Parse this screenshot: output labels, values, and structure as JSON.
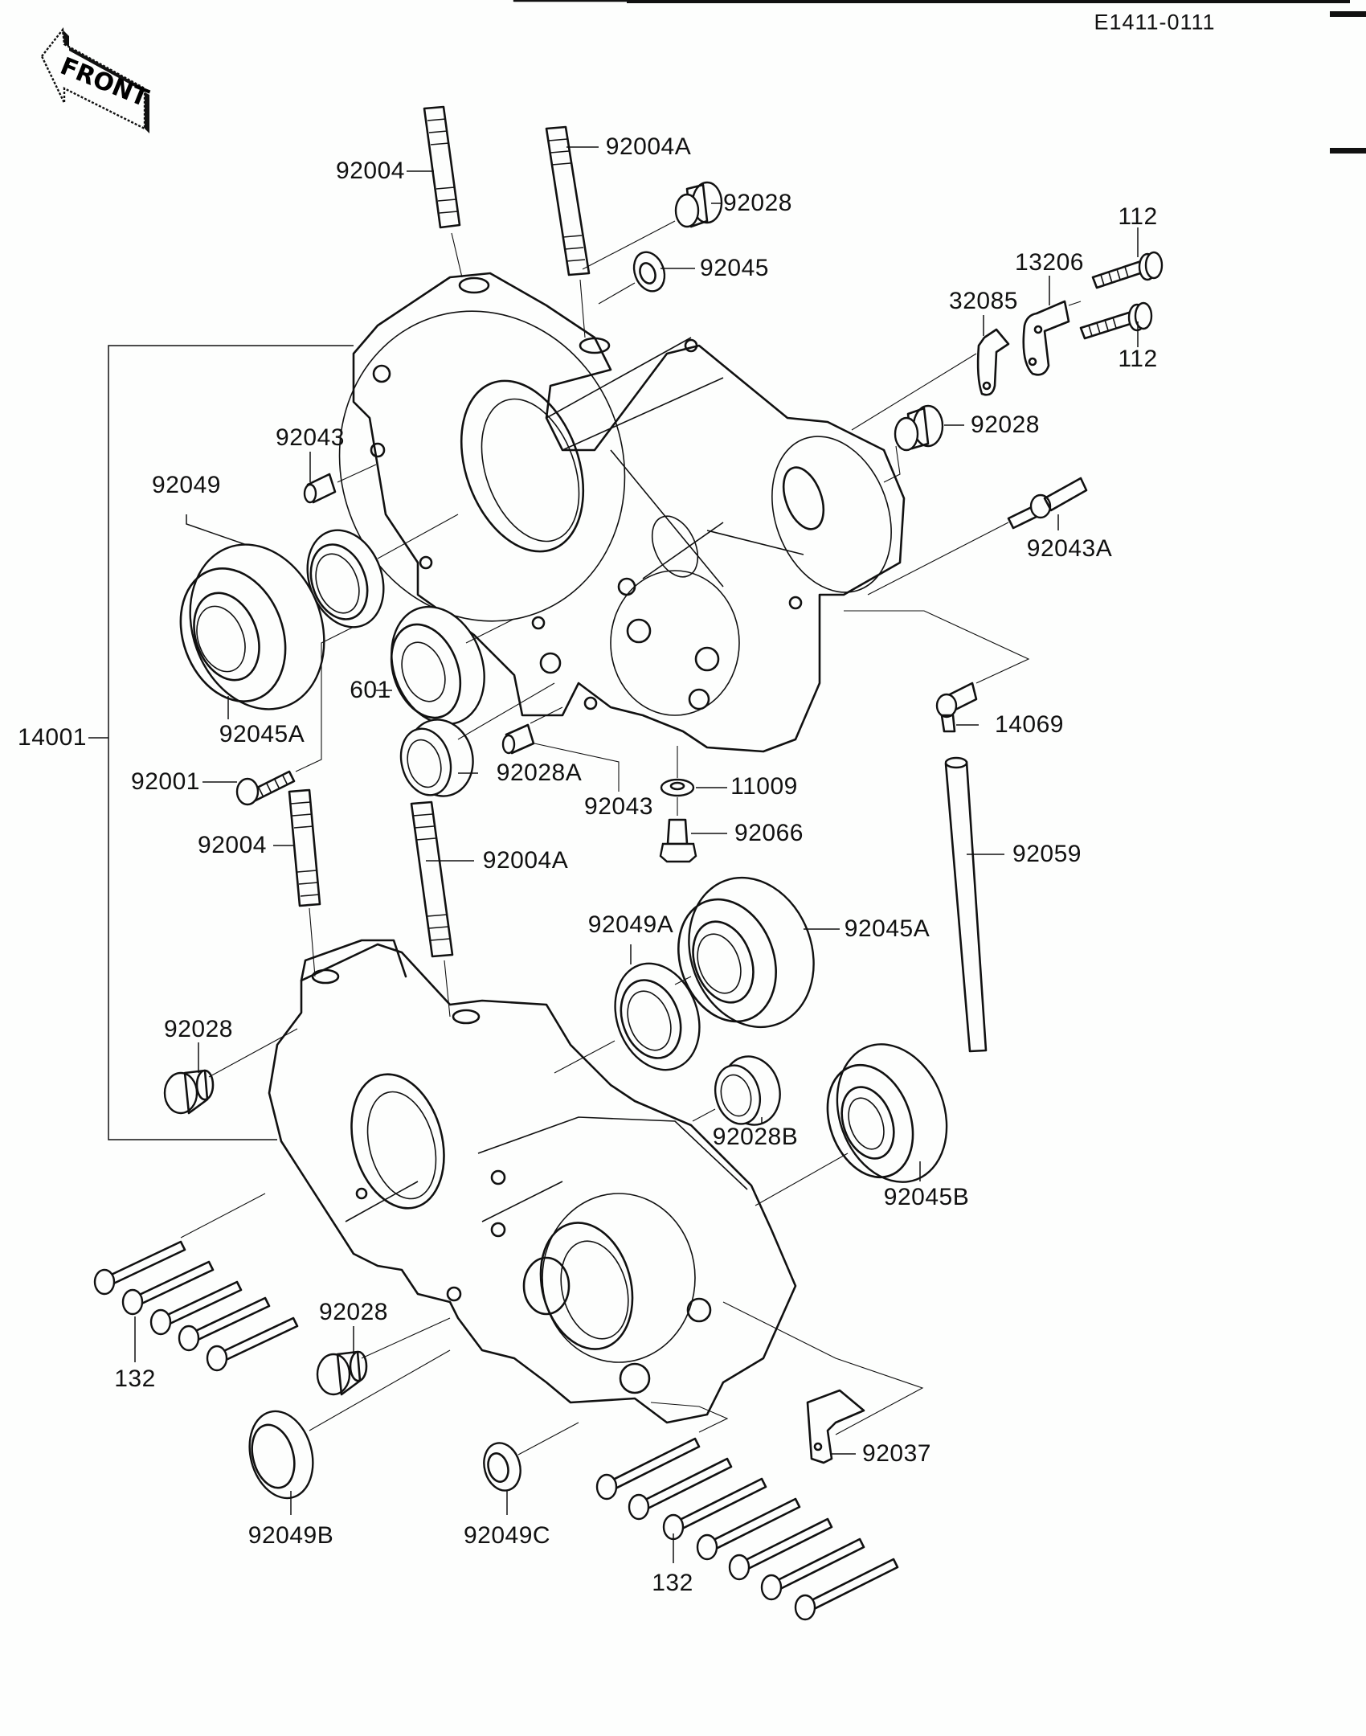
{
  "document": {
    "code": "E1411-0111",
    "front_marker": "FRONT",
    "assembly_label": "14001"
  },
  "callouts": [
    {
      "id": "upper-stud",
      "part": "92004"
    },
    {
      "id": "upper-stud-a",
      "part": "92004A"
    },
    {
      "id": "upper-plug",
      "part": "92028"
    },
    {
      "id": "small-bearing",
      "part": "92045"
    },
    {
      "id": "bolt-112-upper",
      "part": "112"
    },
    {
      "id": "bolt-112-lower",
      "part": "112"
    },
    {
      "id": "bracket-13206",
      "part": "13206"
    },
    {
      "id": "clamp-32085",
      "part": "32085"
    },
    {
      "id": "right-plug",
      "part": "92028"
    },
    {
      "id": "upper-dowel",
      "part": "92043"
    },
    {
      "id": "oil-seal",
      "part": "92049"
    },
    {
      "id": "breather-fitting",
      "part": "92043A"
    },
    {
      "id": "bearing-601",
      "part": "601"
    },
    {
      "id": "left-bearing-a",
      "part": "92045A"
    },
    {
      "id": "crankcase",
      "part": "14001"
    },
    {
      "id": "elbow-fitting",
      "part": "14069"
    },
    {
      "id": "bolt-92001",
      "part": "92001"
    },
    {
      "id": "collar-a",
      "part": "92028A"
    },
    {
      "id": "mid-dowel",
      "part": "92043"
    },
    {
      "id": "gasket-11009",
      "part": "11009"
    },
    {
      "id": "drain-plug",
      "part": "92066"
    },
    {
      "id": "lower-stud",
      "part": "92004"
    },
    {
      "id": "lower-stud-a",
      "part": "92004A"
    },
    {
      "id": "breather-tube",
      "part": "92059"
    },
    {
      "id": "seal-a",
      "part": "92049A"
    },
    {
      "id": "right-bearing-a",
      "part": "92045A"
    },
    {
      "id": "lower-left-plug",
      "part": "92028"
    },
    {
      "id": "collar-b",
      "part": "92028B"
    },
    {
      "id": "bearing-b",
      "part": "92045B"
    },
    {
      "id": "bottom-plug",
      "part": "92028"
    },
    {
      "id": "bolts-132-left",
      "part": "132"
    },
    {
      "id": "clamp-92037",
      "part": "92037"
    },
    {
      "id": "seal-b",
      "part": "92049B"
    },
    {
      "id": "seal-c",
      "part": "92049C"
    },
    {
      "id": "bolts-132-bottom",
      "part": "132"
    }
  ]
}
